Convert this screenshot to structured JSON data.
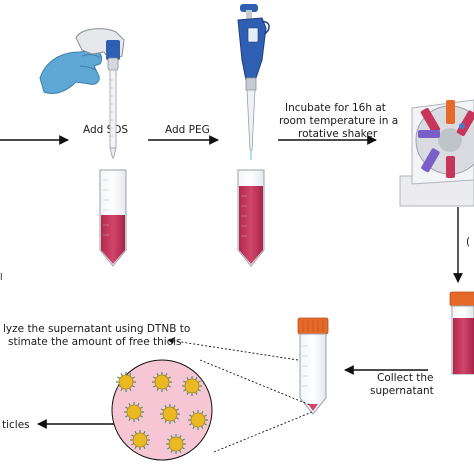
{
  "steps": {
    "add_sds": "Add SDS",
    "add_peg": "Add PEG",
    "incubate_line1": "Incubate for 16h at",
    "incubate_line2": "room temperature in a",
    "incubate_line3": "rotative shaker",
    "collect_line1": "Collect the",
    "collect_line2": "supernatant",
    "analyze_line1": "lyze the supernatant using DTNB to",
    "analyze_line2": "stimate the amount of free thiols",
    "particles": "ticles",
    "edge_mark_right": "(",
    "edge_mark_left": "l"
  },
  "colors": {
    "liquid": "#c7365a",
    "cap_orange": "#e56a2a",
    "glove": "#5fa8d6",
    "pipette_blue": "#2f5fb3",
    "particle_gold": "#e8b923",
    "particle_circle": "#f7c6d4"
  }
}
